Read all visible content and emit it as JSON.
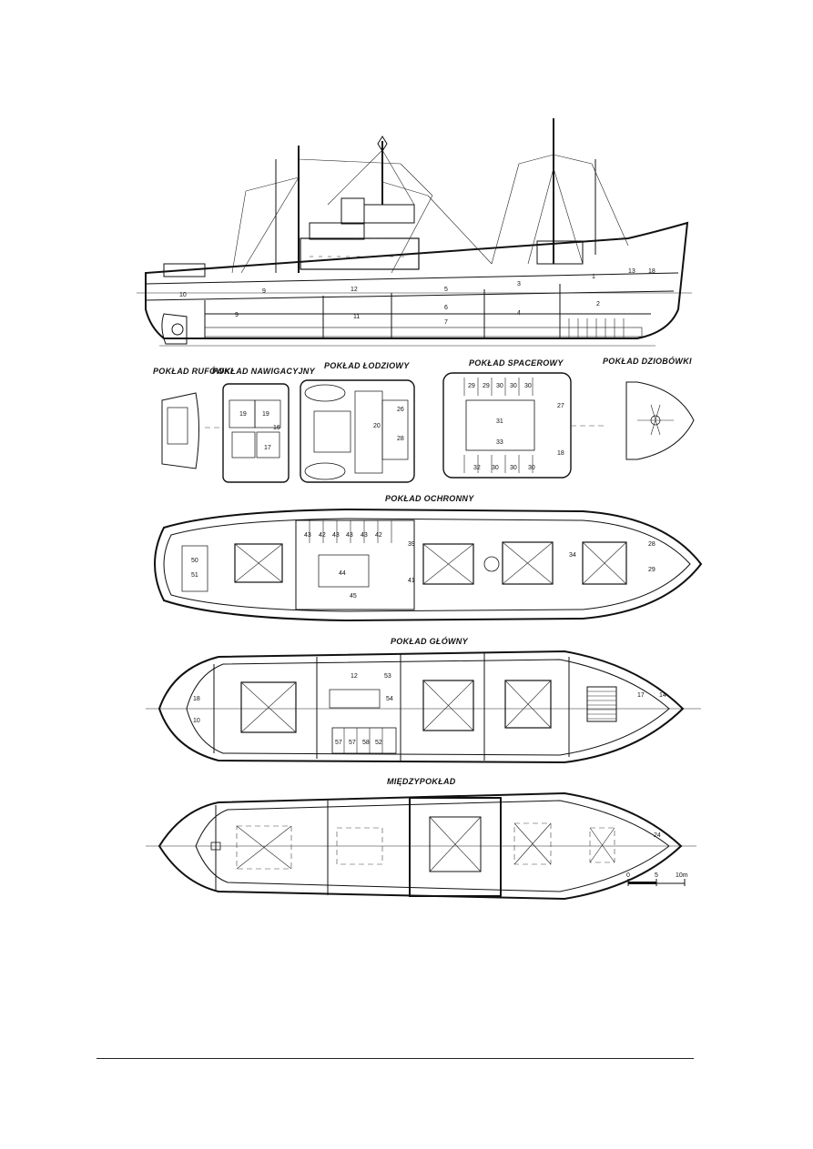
{
  "drawing": {
    "views": {
      "poop_deck": "POKŁAD RUFÓWKI",
      "navigation_deck": "POKŁAD NAWIGACYJNY",
      "boat_deck": "POKŁAD ŁODZIOWY",
      "promenade_deck": "POKŁAD SPACEROWY",
      "forecastle_deck": "POKŁAD DZIOBÓWKI",
      "shelter_deck": "POKŁAD OCHRONNY",
      "main_deck": "POKŁAD GŁÓWNY",
      "tween_deck": "MIĘDZYPOKŁAD"
    },
    "scale": {
      "zero": "0",
      "mid": "5",
      "end": "10m"
    }
  }
}
